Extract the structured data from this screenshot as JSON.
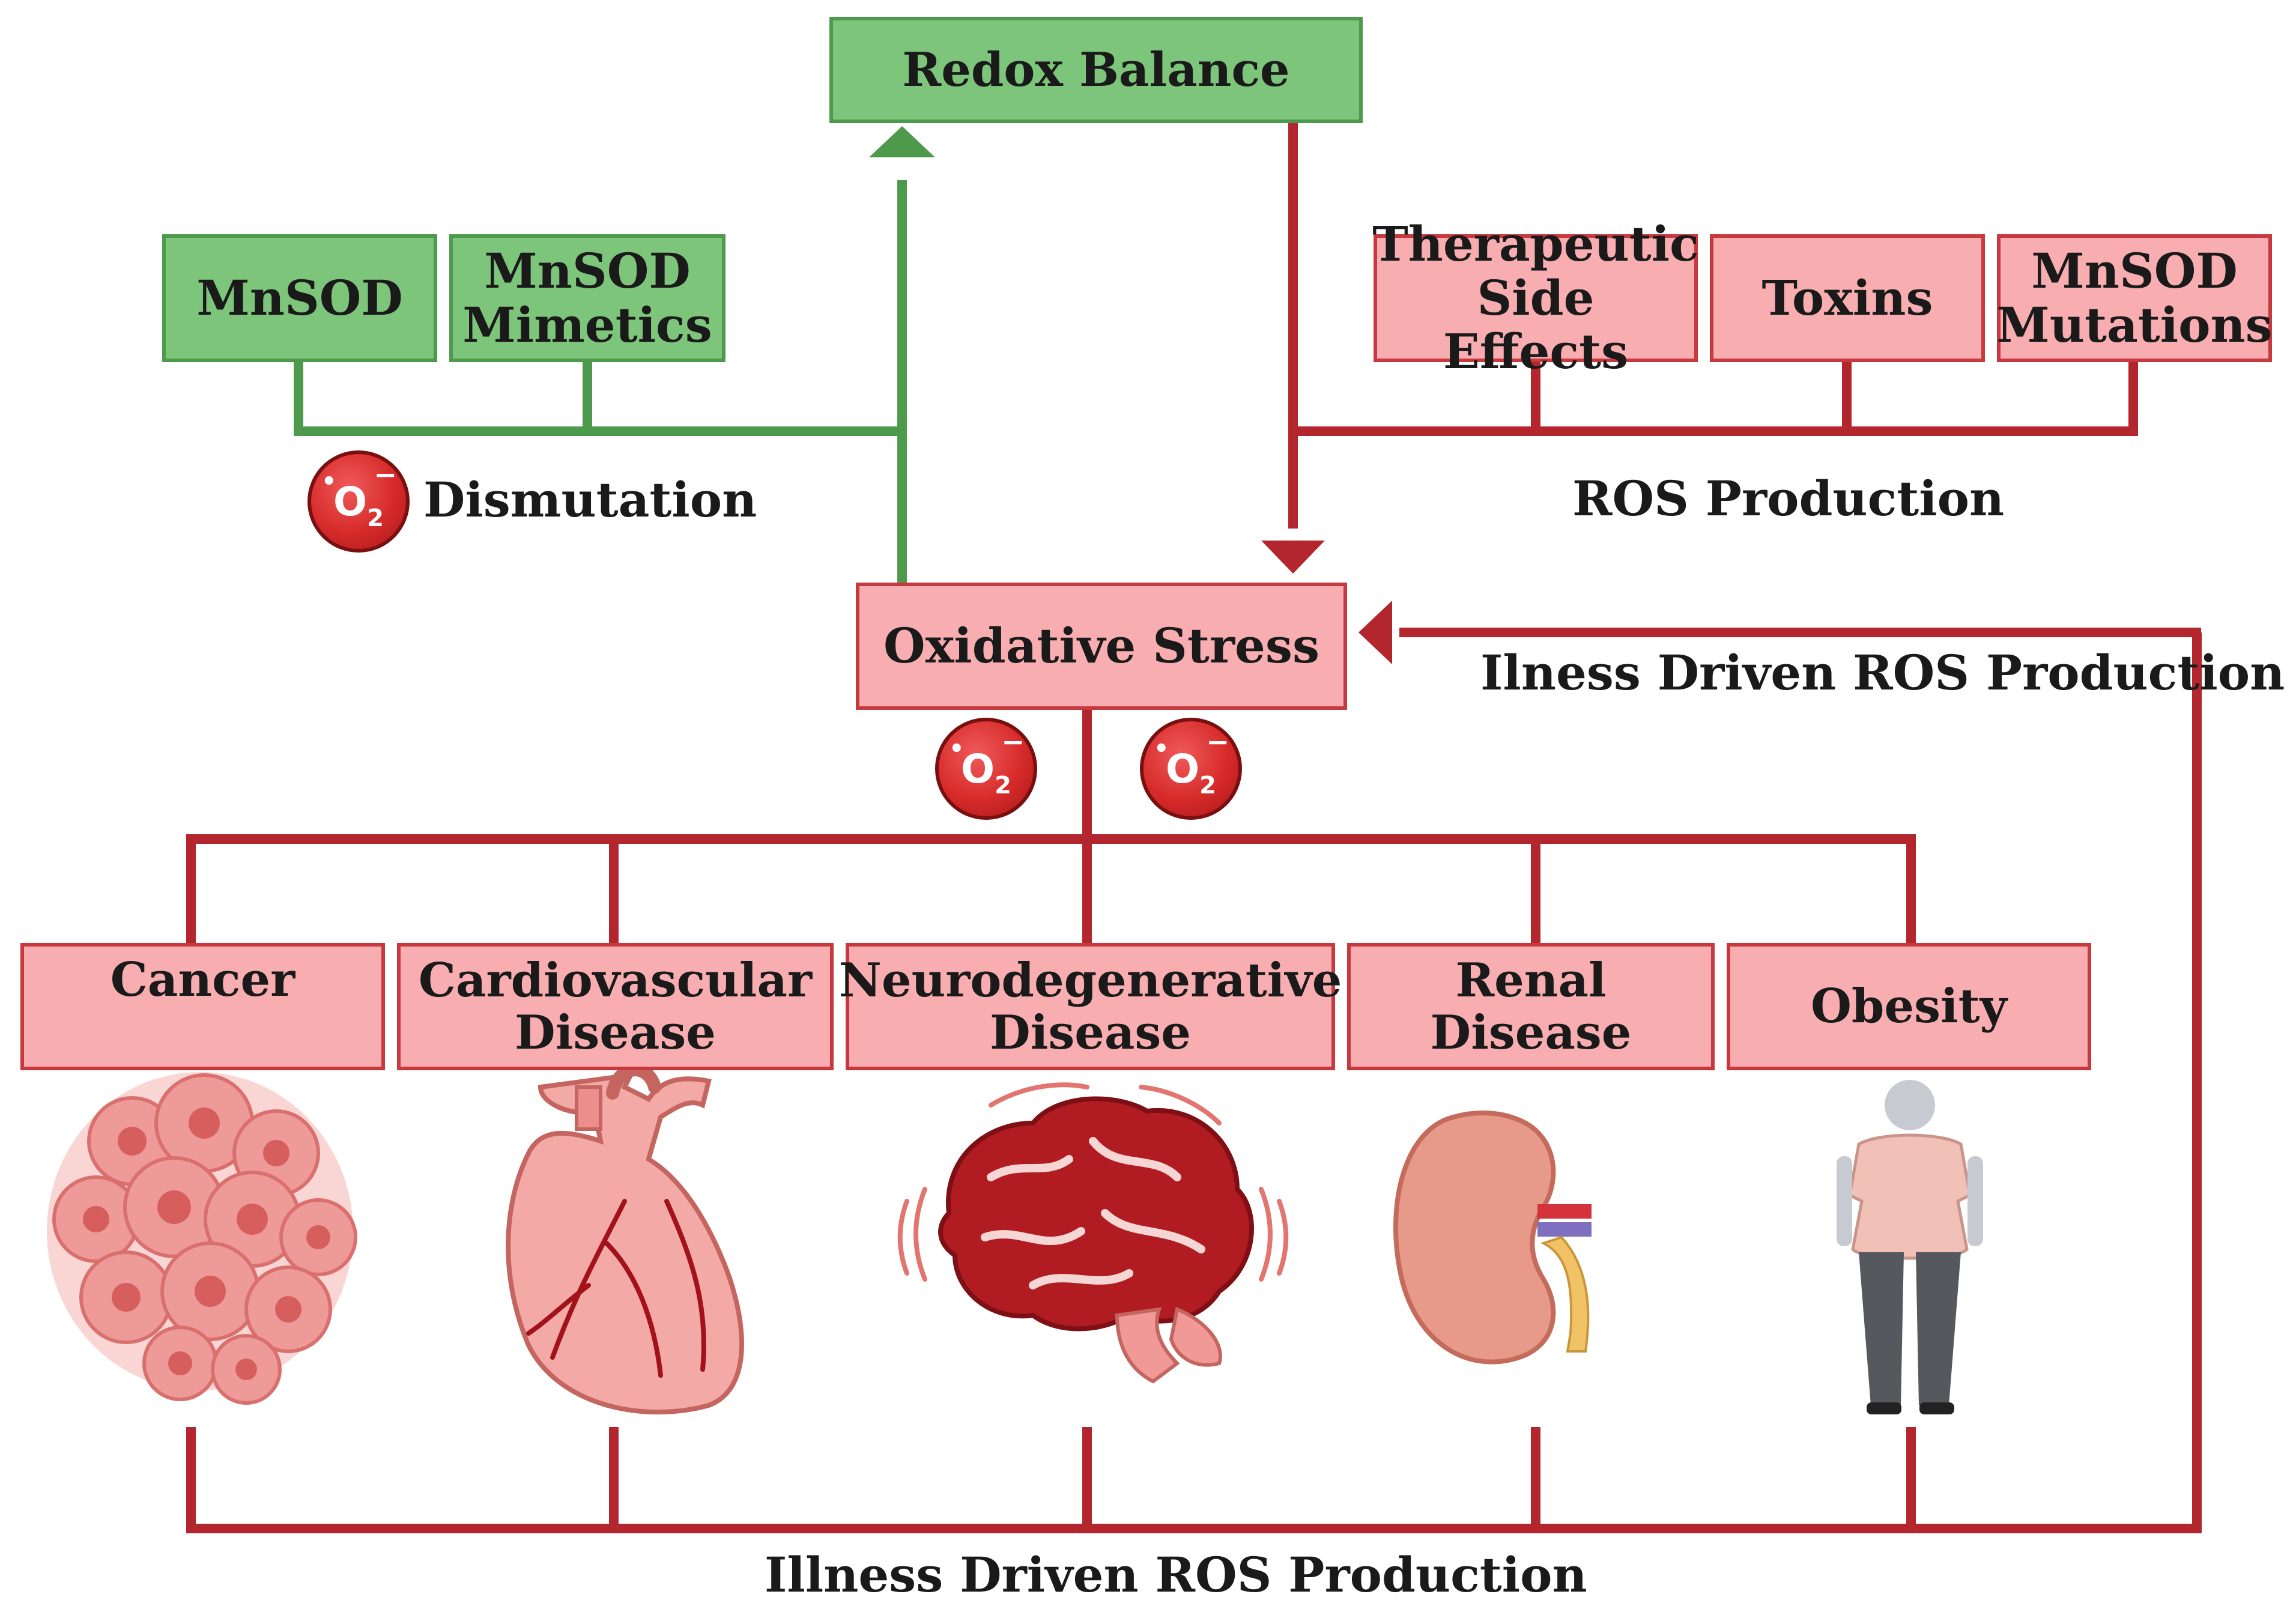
{
  "top": {
    "redox_balance": "Redox Balance"
  },
  "antioxidants": [
    {
      "lines": [
        "MnSOD"
      ]
    },
    {
      "lines": [
        "MnSOD",
        "Mimetics"
      ]
    }
  ],
  "dismutation_label": "Dismutation",
  "ros_sources": [
    {
      "lines": [
        "Therapeutic",
        "Side Effects"
      ]
    },
    {
      "lines": [
        "Toxins"
      ]
    },
    {
      "lines": [
        "MnSOD",
        "Mutations"
      ]
    }
  ],
  "ros_production_label": "ROS Production",
  "center": {
    "oxidative_stress": "Oxidative Stress"
  },
  "feedback_label_right": "Ilness Driven ROS Production",
  "diseases": [
    {
      "lines": [
        "Cancer"
      ],
      "icon": "cancer-cells-icon"
    },
    {
      "lines": [
        "Cardiovascular",
        "Disease"
      ],
      "icon": "heart-icon"
    },
    {
      "lines": [
        "Neurodegenerative",
        "Disease"
      ],
      "icon": "brain-icon"
    },
    {
      "lines": [
        "Renal",
        "Disease"
      ],
      "icon": "kidney-icon"
    },
    {
      "lines": [
        "Obesity"
      ],
      "icon": "obese-person-icon"
    }
  ],
  "feedback_label_bottom": "Illness Driven ROS Production",
  "superoxide": {
    "symbol": "O",
    "subscript": "2",
    "radical_dot": "•",
    "charge": "−"
  },
  "colors": {
    "green_fill": "#7dc57b",
    "green_stroke": "#4e9a4d",
    "red_fill": "#f8aeb0",
    "red_stroke": "#c7383f",
    "red_line": "#b3262d"
  }
}
